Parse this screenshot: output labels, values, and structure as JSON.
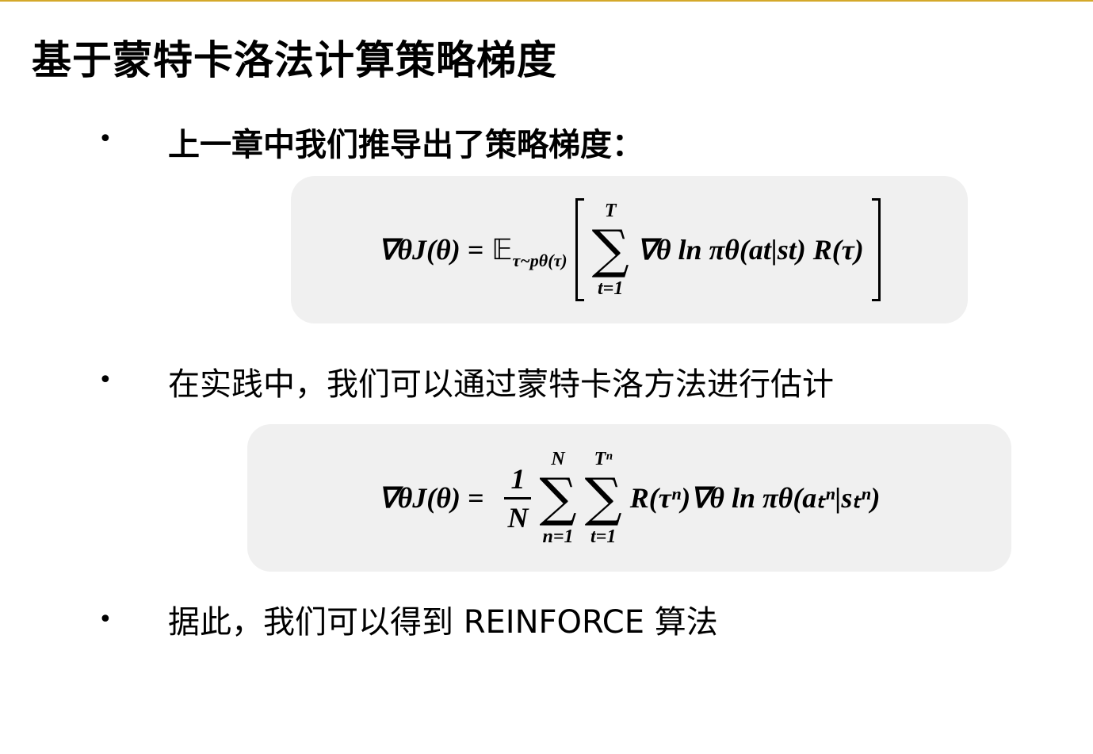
{
  "title": "基于蒙特卡洛法计算策略梯度",
  "bullets": [
    {
      "text": "上一章中我们推导出了策略梯度："
    },
    {
      "text": "在实践中，我们可以通过蒙特卡洛方法进行估计"
    },
    {
      "text": "据此，我们可以得到 REINFORCE 算法"
    }
  ],
  "bullet_symbol": "•",
  "formula1": {
    "lhs": "∇θJ(θ) =",
    "expect": "𝔼",
    "expect_sub": "τ~pθ(τ)",
    "sum_upper": "T",
    "sum_lower": "t=1",
    "sigma": "∑",
    "body": "∇θ ln πθ(at|st) R(τ)"
  },
  "formula2": {
    "lhs": "∇θJ(θ) =",
    "frac_num": "1",
    "frac_den": "N",
    "sum1_upper": "N",
    "sum1_lower": "n=1",
    "sum2_upper": "Tⁿ",
    "sum2_lower": "t=1",
    "sigma": "∑",
    "body": "R(τⁿ)∇θ ln πθ(aₜⁿ|sₜⁿ)"
  },
  "colors": {
    "accent_line": "#d4a82a",
    "box_bg": "#f0f0f0"
  }
}
